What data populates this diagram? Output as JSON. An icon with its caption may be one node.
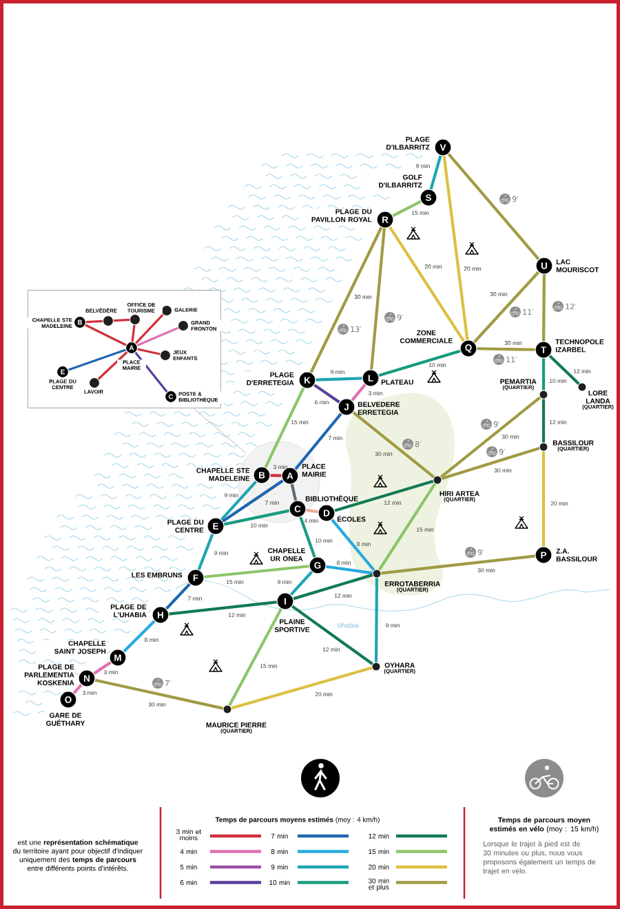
{
  "diagram": {
    "nodes": [
      {
        "text": [
          "A"
        ],
        "beside": [
          "PLACE MAIRIE"
        ]
      },
      {
        "text": [
          "B"
        ],
        "beside": [
          "CHAPELLE STE MADELEINE"
        ]
      },
      {
        "text": [
          "C"
        ],
        "beside": [
          "BIBLIOTHÈQUE"
        ]
      },
      {
        "text": [
          "D"
        ],
        "beside": [
          "ÉCOLES"
        ]
      },
      {
        "text": [
          "E"
        ],
        "beside": [
          "PLAGE DU CENTRE"
        ]
      },
      {
        "text": [
          "F"
        ],
        "beside": [
          "LES EMBRUNS"
        ]
      },
      {
        "text": [
          "G"
        ],
        "beside": [
          "CHAPELLE UR ONEA"
        ]
      },
      {
        "text": [
          "H"
        ],
        "beside": [
          "PLAGE DE L'UHABIA"
        ]
      },
      {
        "text": [
          "I"
        ],
        "beside": [
          "PLAINE SPORTIVE"
        ]
      },
      {
        "text": [
          "J"
        ],
        "beside": [
          "BELVEDERE ERRETEGIA"
        ]
      },
      {
        "text": [
          "K"
        ],
        "beside": [
          "PLAGE D'ERRETEGIA"
        ]
      },
      {
        "text": [
          "L"
        ],
        "beside": [
          "PLATEAU"
        ]
      },
      {
        "text": [
          "M"
        ],
        "beside": [
          "CHAPELLE SAINT JOSEPH"
        ]
      },
      {
        "text": [
          "N"
        ],
        "beside": [
          "PLAGE DE PARLEMENTIA KOSKENIA"
        ]
      },
      {
        "text": [
          "O"
        ],
        "beside": [
          "GARE DE GUÉTHARY"
        ]
      },
      {
        "text": [
          "P"
        ],
        "beside": [
          "Z.A. BASSILOUR"
        ]
      },
      {
        "text": [
          "Q"
        ],
        "beside": [
          "ZONE COMMERCIALE"
        ]
      },
      {
        "text": [
          "R"
        ],
        "beside": [
          "PLAGE DU PAVILLON ROYAL"
        ]
      },
      {
        "text": [
          "S"
        ],
        "beside": [
          "GOLF D'ILBARRITZ"
        ]
      },
      {
        "text": [
          "T"
        ],
        "beside": [
          "TECHNOPOLE IZARBEL"
        ]
      },
      {
        "text": [
          "U"
        ],
        "beside": [
          "LAC MOURISCOT"
        ]
      },
      {
        "text": [
          "V"
        ],
        "beside": [
          "PLAGE D'ILBARRITZ"
        ]
      },
      {
        "text": [],
        "shape": "circle",
        "beside": [
          "PEMARTIA",
          "(QUARTIER)"
        ]
      },
      {
        "text": [],
        "shape": "circle",
        "beside": [
          "LORE LANDA",
          "(QUARTIER)"
        ]
      },
      {
        "text": [],
        "shape": "circle",
        "beside": [
          "BASSILOUR",
          "(QUARTIER)"
        ]
      },
      {
        "text": [],
        "shape": "circle",
        "beside": [
          "HIRI ARTEA",
          "(QUARTIER)"
        ]
      },
      {
        "text": [],
        "shape": "circle",
        "beside": [
          "ERROTABERRIA",
          "(QUARTIER)"
        ]
      },
      {
        "text": [],
        "shape": "circle",
        "beside": [
          "OYHARA",
          "(QUARTIER)"
        ]
      },
      {
        "text": [],
        "shape": "circle",
        "beside": [
          "MAURICE PIERRE",
          "(QUARTIER)"
        ]
      },
      {
        "text": [],
        "shape": "box"
      },
      {
        "text": [
          "B"
        ],
        "beside": [
          "CHAPELLE STE MADELEINE"
        ],
        "in": 29
      },
      {
        "text": [],
        "shape": "circle",
        "beside": [
          "BELVÉDÈRE"
        ],
        "in": 29
      },
      {
        "text": [],
        "shape": "circle",
        "beside": [
          "OFFICE DE TOURISME"
        ],
        "in": 29
      },
      {
        "text": [],
        "shape": "circle",
        "beside": [
          "GALERIE"
        ],
        "in": 29
      },
      {
        "text": [],
        "shape": "circle",
        "beside": [
          "GRAND FRONTON"
        ],
        "in": 29
      },
      {
        "text": [
          "A"
        ],
        "beside": [
          "PLACE MAIRIE"
        ],
        "in": 29
      },
      {
        "text": [],
        "shape": "circle",
        "beside": [
          "JEUX ENFANTS"
        ],
        "in": 29
      },
      {
        "text": [
          "E"
        ],
        "beside": [
          "PLAGE DU CENTRE"
        ],
        "in": 29
      },
      {
        "text": [],
        "shape": "circle",
        "beside": [
          "LAVOIR"
        ],
        "in": 29
      },
      {
        "text": [
          "C"
        ],
        "beside": [
          "POSTE & BIBLIOTHÈQUE"
        ],
        "in": 29
      }
    ],
    "edges": [
      {
        "from": 21,
        "to": 18,
        "arrow": "none",
        "label": "9 min",
        "color": "#1fa5b2"
      },
      {
        "from": 18,
        "to": 17,
        "arrow": "none",
        "label": "15 min",
        "color": "#8cc56a"
      },
      {
        "from": 21,
        "to": 16,
        "arrow": "none",
        "label": "20 min",
        "color": "#dcc043"
      },
      {
        "from": 21,
        "to": 20,
        "arrow": "none",
        "color": "#a09a44"
      },
      {
        "from": 17,
        "to": 16,
        "arrow": "none",
        "label": "20 min",
        "color": "#dcc043"
      },
      {
        "from": 17,
        "to": 11,
        "arrow": "none",
        "color": "#a09a44"
      },
      {
        "from": 17,
        "to": 10,
        "arrow": "none",
        "label": "30 min",
        "color": "#a09a44"
      },
      {
        "from": 20,
        "to": 16,
        "arrow": "none",
        "label": "30 min",
        "color": "#a09a44"
      },
      {
        "from": 20,
        "to": 19,
        "arrow": "none",
        "color": "#a09a44"
      },
      {
        "from": 16,
        "to": 19,
        "arrow": "none",
        "label": "30 min",
        "color": "#a09a44"
      },
      {
        "from": 16,
        "to": 11,
        "arrow": "none",
        "label": "10 min",
        "color": "#1a9b80"
      },
      {
        "from": 10,
        "to": 11,
        "arrow": "none",
        "label": "9 min",
        "color": "#1fa5b2"
      },
      {
        "from": 10,
        "to": 9,
        "arrow": "none",
        "label": "6 min",
        "color": "#5b3f9a"
      },
      {
        "from": 11,
        "to": 9,
        "arrow": "none",
        "label": "3 min",
        "color": "#e070b0"
      },
      {
        "from": 10,
        "to": 1,
        "arrow": "none",
        "label": "15 min",
        "color": "#8cc56a"
      },
      {
        "from": 9,
        "to": 0,
        "arrow": "none",
        "label": "7 min",
        "color": "#1f66b0"
      },
      {
        "from": 9,
        "to": 25,
        "arrow": "none",
        "label": "30 min",
        "color": "#a09a44"
      },
      {
        "from": 19,
        "to": 22,
        "arrow": "none",
        "label": "10 min",
        "color": "#1a9b80"
      },
      {
        "from": 19,
        "to": 23,
        "arrow": "none",
        "label": "12 min",
        "color": "#137a55"
      },
      {
        "from": 22,
        "to": 24,
        "arrow": "none",
        "label": "12 min",
        "color": "#137a55"
      },
      {
        "from": 22,
        "to": 25,
        "arrow": "none",
        "label": "30 min",
        "color": "#a09a44"
      },
      {
        "from": 24,
        "to": 25,
        "arrow": "none",
        "label": "30 min",
        "color": "#a09a44"
      },
      {
        "from": 24,
        "to": 15,
        "arrow": "none",
        "label": "20 min",
        "color": "#dcc043"
      },
      {
        "from": 1,
        "to": 0,
        "arrow": "none",
        "label": "3 min",
        "color": "#d0313c"
      },
      {
        "from": 0,
        "to": 2,
        "arrow": "none",
        "color": "#5d6b7a"
      },
      {
        "from": 2,
        "to": 3,
        "arrow": "none",
        "label": "4 min",
        "color": "#e9a98f"
      },
      {
        "from": 1,
        "to": 4,
        "arrow": "none",
        "label": "9 min",
        "color": "#1fa5b2"
      },
      {
        "from": 0,
        "to": 4,
        "arrow": "none",
        "label": "7 min",
        "color": "#1f66b0"
      },
      {
        "from": 2,
        "to": 4,
        "arrow": "none",
        "label": "10 min",
        "color": "#1a9b80"
      },
      {
        "from": 3,
        "to": 25,
        "arrow": "none",
        "label": "12 min",
        "color": "#137a55"
      },
      {
        "from": 2,
        "to": 6,
        "arrow": "none",
        "label": "10 min",
        "color": "#1a9b80"
      },
      {
        "from": 3,
        "to": 26,
        "arrow": "none",
        "label": "8 min",
        "color": "#27a9e1"
      },
      {
        "from": 25,
        "to": 26,
        "arrow": "none",
        "label": "15 min",
        "color": "#8cc56a"
      },
      {
        "from": 15,
        "to": 26,
        "arrow": "none",
        "label": "30 min",
        "color": "#a09a44"
      },
      {
        "from": 4,
        "to": 5,
        "arrow": "none",
        "label": "9 min",
        "color": "#1fa5b2"
      },
      {
        "from": 5,
        "to": 6,
        "arrow": "none",
        "label": "15 min",
        "color": "#8cc56a"
      },
      {
        "from": 6,
        "to": 26,
        "arrow": "none",
        "label": "8 min",
        "color": "#27a9e1"
      },
      {
        "from": 6,
        "to": 8,
        "arrow": "none",
        "label": "9 min",
        "color": "#1fa5b2"
      },
      {
        "from": 5,
        "to": 7,
        "arrow": "none",
        "label": "7 min",
        "color": "#1f66b0"
      },
      {
        "from": 7,
        "to": 8,
        "arrow": "none",
        "label": "12 min",
        "color": "#137a55"
      },
      {
        "from": 8,
        "to": 26,
        "arrow": "none",
        "label": "12 min",
        "color": "#137a55"
      },
      {
        "from": 26,
        "to": 27,
        "arrow": "none",
        "label": "9 min",
        "color": "#1fa5b2"
      },
      {
        "from": 8,
        "to": 27,
        "arrow": "none",
        "label": "12 min",
        "color": "#137a55"
      },
      {
        "from": 8,
        "to": 28,
        "arrow": "none",
        "label": "15 min",
        "color": "#8cc56a"
      },
      {
        "from": 7,
        "to": 12,
        "arrow": "none",
        "label": "8 min",
        "color": "#27a9e1"
      },
      {
        "from": 12,
        "to": 13,
        "arrow": "none",
        "label": "3 min",
        "color": "#e070b0"
      },
      {
        "from": 13,
        "to": 14,
        "arrow": "none",
        "label": "3 min",
        "color": "#e070b0"
      },
      {
        "from": 13,
        "to": 28,
        "arrow": "none",
        "label": "30 min",
        "color": "#a09a44"
      },
      {
        "from": 28,
        "to": 27,
        "arrow": "none",
        "label": "20 min",
        "color": "#dcc043"
      },
      {
        "from": 30,
        "to": 31,
        "arrow": "none",
        "color": "#d0313c"
      },
      {
        "from": 31,
        "to": 32,
        "arrow": "none",
        "color": "#d0313c"
      },
      {
        "from": 30,
        "to": 35,
        "arrow": "none",
        "color": "#d0313c"
      },
      {
        "from": 32,
        "to": 35,
        "arrow": "none",
        "color": "#d0313c"
      },
      {
        "from": 33,
        "to": 35,
        "arrow": "none",
        "color": "#d0313c"
      },
      {
        "from": 34,
        "to": 35,
        "arrow": "none",
        "color": "#e070b0"
      },
      {
        "from": 36,
        "to": 35,
        "arrow": "none",
        "color": "#d0313c"
      },
      {
        "from": 37,
        "to": 35,
        "arrow": "none",
        "color": "#1f66b0"
      },
      {
        "from": 38,
        "to": 35,
        "arrow": "none",
        "color": "#d0313c"
      },
      {
        "from": 39,
        "to": 35,
        "arrow": "none",
        "color": "#5b3f9a"
      },
      {
        "from": 29,
        "to": null,
        "arrow": "none",
        "color": "#9a9a9a"
      }
    ],
    "labels": [
      "9′",
      "12′",
      "11′",
      "9′",
      "13′",
      "11′",
      "9′",
      "8′",
      "9′",
      "9′",
      "Uhabia",
      "7′",
      "**Temps de parcours moyens estimés** (moy : 4 km/h)",
      "est une **représentation schématique** du territoire ayant pour objectif d'indiquer uniquement des **temps de parcours** entre différents points d'intérêts.",
      "**Temps de parcours moyen estimés en vélo** (moy : 15 km/h)",
      "Lorsque le trajet à pied est de 30 minutes ou plus, nous vous proposons également un temps de trajet en vélo."
    ],
    "legend": [
      {
        "text": "3 min et moins",
        "color": "#d0313c"
      },
      {
        "text": "7 min",
        "color": "#1f66b0"
      },
      {
        "text": "12 min",
        "color": "#137a55"
      },
      {
        "text": "4 min",
        "color": "#e070b0"
      },
      {
        "text": "8 min",
        "color": "#27a9e1"
      },
      {
        "text": "15 min",
        "color": "#8cc56a"
      },
      {
        "text": "5 min",
        "color": "#9b4fa6"
      },
      {
        "text": "9 min",
        "color": "#1fa5b2"
      },
      {
        "text": "20 min",
        "color": "#dcc043"
      },
      {
        "text": "6 min",
        "color": "#5b3f9a"
      },
      {
        "text": "10 min",
        "color": "#1a9b80"
      },
      {
        "text": "30 min et plus",
        "color": "#a09a44"
      }
    ]
  }
}
